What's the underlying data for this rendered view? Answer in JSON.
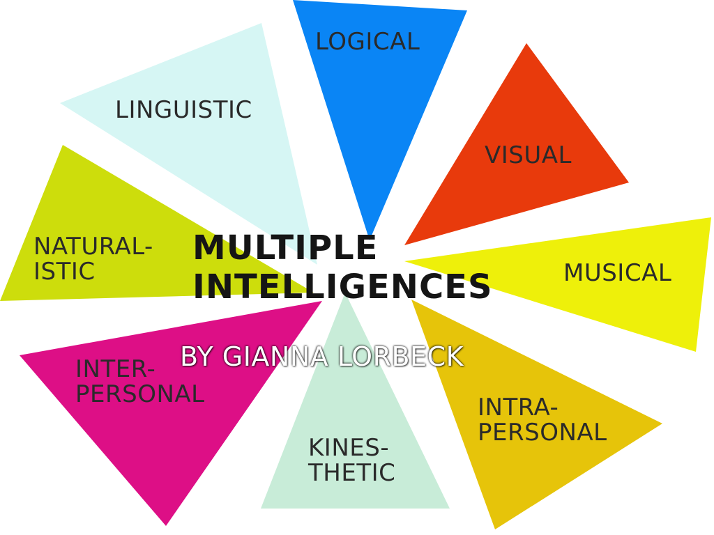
{
  "title": {
    "line1": "MULTIPLE",
    "line2": "INTELLIGENCES"
  },
  "byline": "BY GIANNA LORBECK",
  "segments": {
    "logical": {
      "label": "LOGICAL",
      "color": "#0a85f5"
    },
    "visual": {
      "label": "VISUAL",
      "color": "#e83a0c"
    },
    "musical": {
      "label": "MUSICAL",
      "color": "#eef00a"
    },
    "intrapersonal": {
      "line1": "INTRA-",
      "line2": "PERSONAL",
      "color": "#e6c40a"
    },
    "kinesthetic": {
      "line1": "KINES-",
      "line2": "THETIC",
      "color": "#c8ecd8"
    },
    "interpersonal": {
      "line1": "INTER-",
      "line2": "PERSONAL",
      "color": "#dd0f86"
    },
    "naturalistic": {
      "line1": "NATURAL-",
      "line2": "ISTIC",
      "color": "#cddd0c"
    },
    "linguistic": {
      "label": "LINGUISTIC",
      "color": "#d6f6f4"
    }
  }
}
